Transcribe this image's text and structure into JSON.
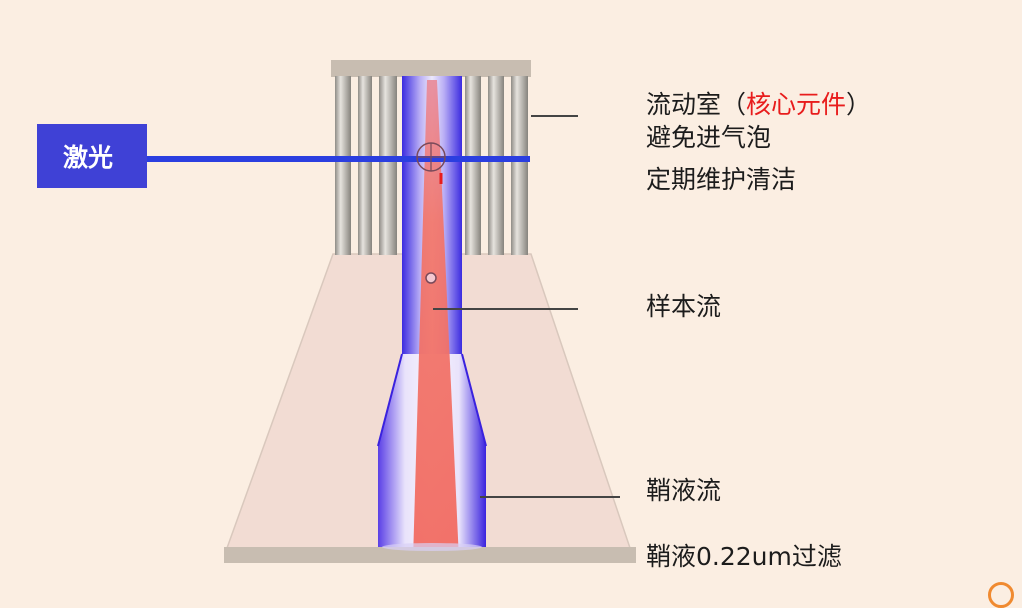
{
  "laser": {
    "label": "激光"
  },
  "flow_cell": {
    "name": "流动室",
    "paren_open": "（",
    "highlight": "核心元件",
    "paren_close": "）",
    "notes": [
      "避免进气泡",
      "定期维护清洁"
    ]
  },
  "labels": {
    "sample_stream": "样本流",
    "sheath_stream": "鞘液流",
    "sheath_filter": "鞘液0.22um过滤"
  },
  "colors": {
    "background": "#fbeee2",
    "laser": "#3f41d6",
    "laser_line": "#2b3ee0",
    "sheath_blue": "#4a32e8",
    "sample_red": "#f26a62",
    "highlight_red": "#e81c1c",
    "pillar_gray": "#a9a6a0",
    "cone_fill": "#f2dcd3",
    "base_bar": "#c8bdb1"
  },
  "icons": [
    "laser-focus-crosshair-icon",
    "particle-icon"
  ]
}
